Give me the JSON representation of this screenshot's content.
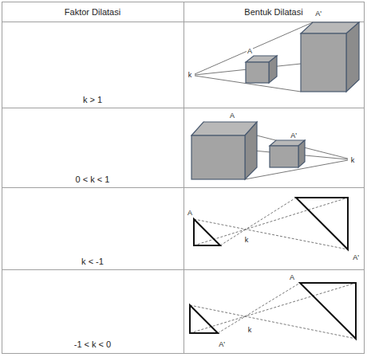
{
  "diagram": {
    "labels": [
      "Faktor Dilatasi",
      "Bentuk Dilatasi",
      "k > 1",
      "k",
      "A",
      "A'",
      "0 < k < 1",
      "A",
      "A'",
      "k",
      "k < -1",
      "A",
      "k",
      "A'",
      "-1 < k < 0",
      "A",
      "k",
      "A'"
    ]
  }
}
